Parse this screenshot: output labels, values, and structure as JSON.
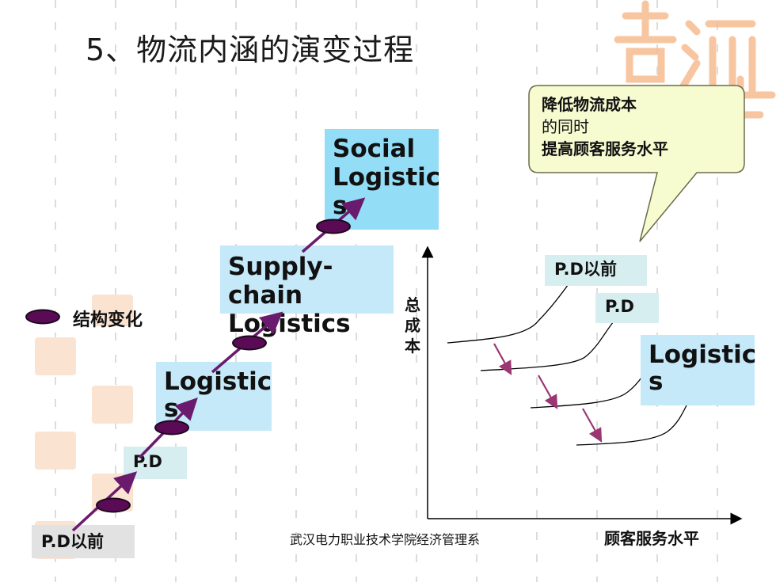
{
  "title": "5、物流内涵的演变过程",
  "callout": {
    "line1": "降低物流成本",
    "line2": "的同时",
    "line3": "提高顾客服务水平"
  },
  "legend": {
    "label": "结构变化",
    "color": "#5b0a55"
  },
  "stages": [
    {
      "label": "P.D以前"
    },
    {
      "label": "P.D"
    },
    {
      "label": "Logistic\ns"
    },
    {
      "label": "Supply-\nchain\nLogistics"
    },
    {
      "label": "Social\nLogistic\ns"
    }
  ],
  "cost_chart": {
    "y_label": "总\n成\n本",
    "x_label": "顾客服务水平",
    "curves": [
      {
        "label": "P.D以前"
      },
      {
        "label": "P.D"
      },
      {
        "label": "Logistic\ns"
      }
    ]
  },
  "footer": "武汉电力职业技术学院经济管理系",
  "colors": {
    "arrow": "#6a1b6e",
    "cost_arrow": "#9a3672",
    "cyan_box": "#93ddf7",
    "light_box": "#c5e9f8",
    "callout_fill": "#f6fbd0",
    "watermark": "#f6b98a"
  }
}
